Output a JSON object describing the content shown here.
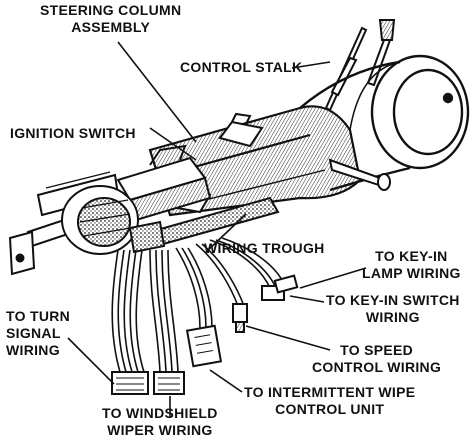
{
  "labels": {
    "steering_column_assembly": [
      "STEERING COLUMN",
      "ASSEMBLY"
    ],
    "control_stalk": "CONTROL STALK",
    "ignition_switch": "IGNITION SWITCH",
    "wiring_trough": "WIRING TROUGH",
    "key_in_lamp_wiring": [
      "TO KEY-IN",
      "LAMP WIRING"
    ],
    "key_in_switch_wiring": [
      "TO KEY-IN SWITCH",
      "WIRING"
    ],
    "turn_signal_wiring": [
      "TO TURN",
      "SIGNAL",
      "WIRING"
    ],
    "speed_control_wiring": [
      "TO SPEED",
      "CONTROL WIRING"
    ],
    "intermittent_wipe": [
      "TO INTERMITTENT WIPE",
      "CONTROL UNIT"
    ],
    "windshield_wiper_wiring": [
      "TO WINDSHIELD",
      "WIPER WIRING"
    ]
  },
  "colors": {
    "ink": "#111111",
    "paper": "#ffffff",
    "shade": "#555555"
  }
}
